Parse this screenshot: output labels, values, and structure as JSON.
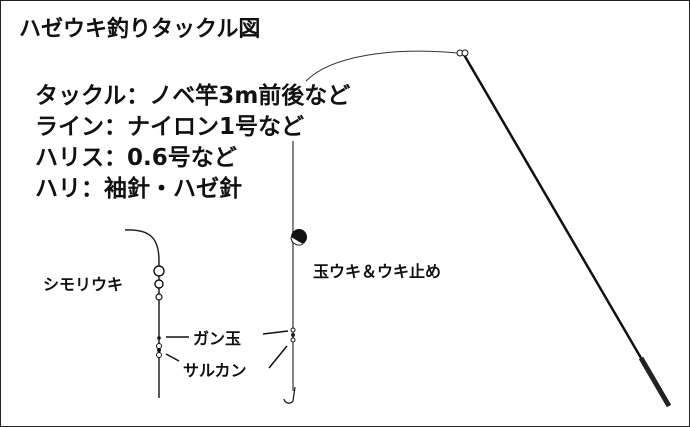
{
  "title": "ハゼウキ釣りタックル図",
  "specs": [
    "タックル：ノベ竿3m前後など",
    "ライン：ナイロン1号など",
    "ハリス：0.6号など",
    "ハリ：袖針・ハゼ針"
  ],
  "labels": {
    "shimori": "シモリウキ",
    "gandama": "ガン玉",
    "sarukan": "サルカン",
    "tamauki": "玉ウキ＆ウキ止め"
  }
}
